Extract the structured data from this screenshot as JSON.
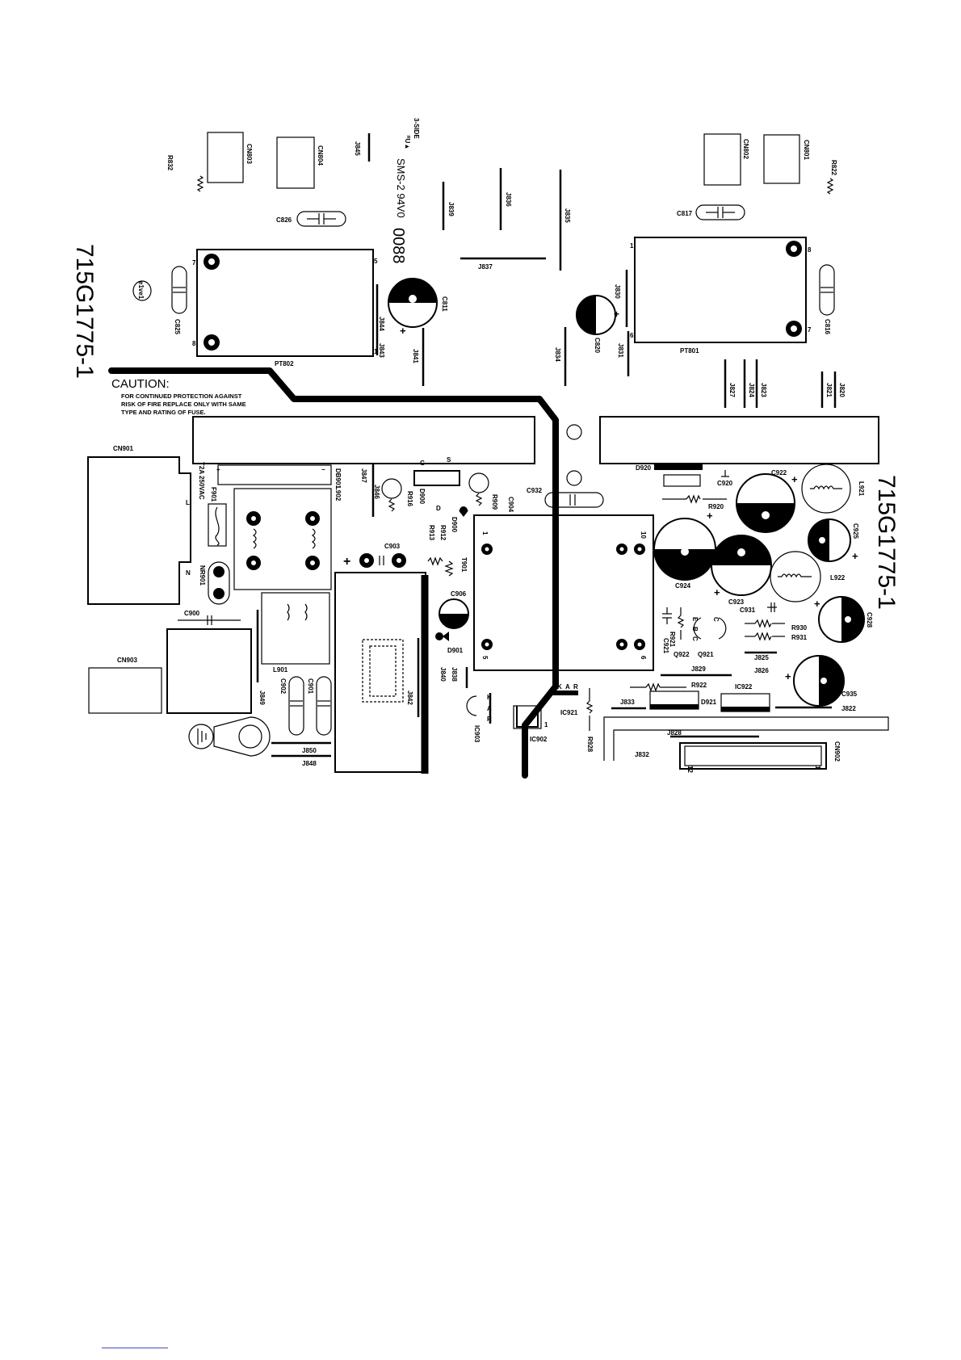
{
  "board": {
    "part_number_top": "715G1775-1",
    "part_number_right": "715G1775-1",
    "logo_text": "e1ve1",
    "caution_title": "CAUTION:",
    "caution_lines": [
      "FOR CONTINUED PROTECTION AGAINST",
      "RISK OF FIRE REPLACE ONLY WITH SAME",
      "TYPE AND RATING OF FUSE."
    ],
    "fuse_rating": "T2A 250VAC",
    "flammability": "SMS-2 94V0",
    "date_code": "0088",
    "cert_mark": "3-SIDE",
    "ul_mark": "ᴿU▲",
    "colors": {
      "ink": "#000000",
      "paper": "#ffffff",
      "footer_rule": "#9aa0d8"
    }
  },
  "connectors": {
    "cn803": "CN803",
    "cn804": "CN804",
    "cn802": "CN802",
    "cn801": "CN801",
    "cn901": "CN901",
    "cn903": "CN903",
    "cn902": "CN902",
    "cn902_pin_first": "12",
    "cn902_pin_last": "1"
  },
  "transformers": {
    "pt802": "PT802",
    "pt801": "PT801",
    "t901": "T901",
    "pt802_pins": {
      "p7": "7",
      "p8": "8",
      "p5": "5",
      "p1": "1"
    },
    "pt801_pins": {
      "p1": "1",
      "p6": "6",
      "p8": "8",
      "p7": "7"
    },
    "t901_pins": {
      "p1": "1",
      "p5": "5",
      "p10": "10",
      "p6": "6"
    }
  },
  "capacitors": {
    "c826": "C826",
    "c817": "C817",
    "c825": "C825",
    "c816": "C816",
    "c811": "C811",
    "c820": "C820",
    "c932": "C932",
    "c904": "C904",
    "c920": "C920",
    "c922": "C922",
    "c924": "C924",
    "c925": "C925",
    "c923": "C923",
    "c931": "C931",
    "c928": "C928",
    "c921": "C921",
    "c935": "C935",
    "c900": "C900",
    "c903": "C903",
    "c906": "C906",
    "c902": "C902",
    "c901": "C901"
  },
  "resistors": {
    "r832": "R832",
    "r822": "R822",
    "r916": "R916",
    "r909": "R909",
    "r913": "R913",
    "r912": "R912",
    "r920": "R920",
    "r930": "R930",
    "r931": "R931",
    "r921": "R921",
    "r922": "R922",
    "r928": "R928"
  },
  "inductors": {
    "l921": "L921",
    "l922": "L922",
    "l902": "L902",
    "l901": "L901"
  },
  "semis": {
    "d901": "D901",
    "d900": "D900",
    "d920": "D920",
    "d921": "D921",
    "db901": "DB901",
    "q922": "Q922",
    "q921": "Q921",
    "ic922": "IC922",
    "ic921": "IC921",
    "ic902": "IC902",
    "ic903": "IC903",
    "f901": "F901",
    "nr901": "NR901"
  },
  "jumpers": {
    "j845": "J845",
    "j839": "J839",
    "j836": "J836",
    "j835": "J835",
    "j837": "J837",
    "j844": "J844",
    "j843": "J843",
    "j841": "J841",
    "j830": "J830",
    "j834": "J834",
    "j831": "J831",
    "j827": "J827",
    "j824": "J824",
    "j823": "J823",
    "j821": "J821",
    "j820": "J820",
    "j847": "J847",
    "j846": "J846",
    "j849": "J849",
    "j842": "J842",
    "j838": "J838",
    "j840": "J840",
    "j850": "J850",
    "j848": "J848",
    "j829": "J829",
    "j825": "J825",
    "j826": "J826",
    "j833": "J833",
    "j822": "J822",
    "j828": "J828",
    "j832": "J832"
  },
  "pin_marks": {
    "g": "G",
    "s": "S",
    "d": "D",
    "l": "L",
    "n": "N",
    "plus": "+",
    "minus": "−",
    "k": "K",
    "a": "A",
    "r": "R",
    "e": "E",
    "b": "B",
    "c": "C",
    "one": "1"
  }
}
